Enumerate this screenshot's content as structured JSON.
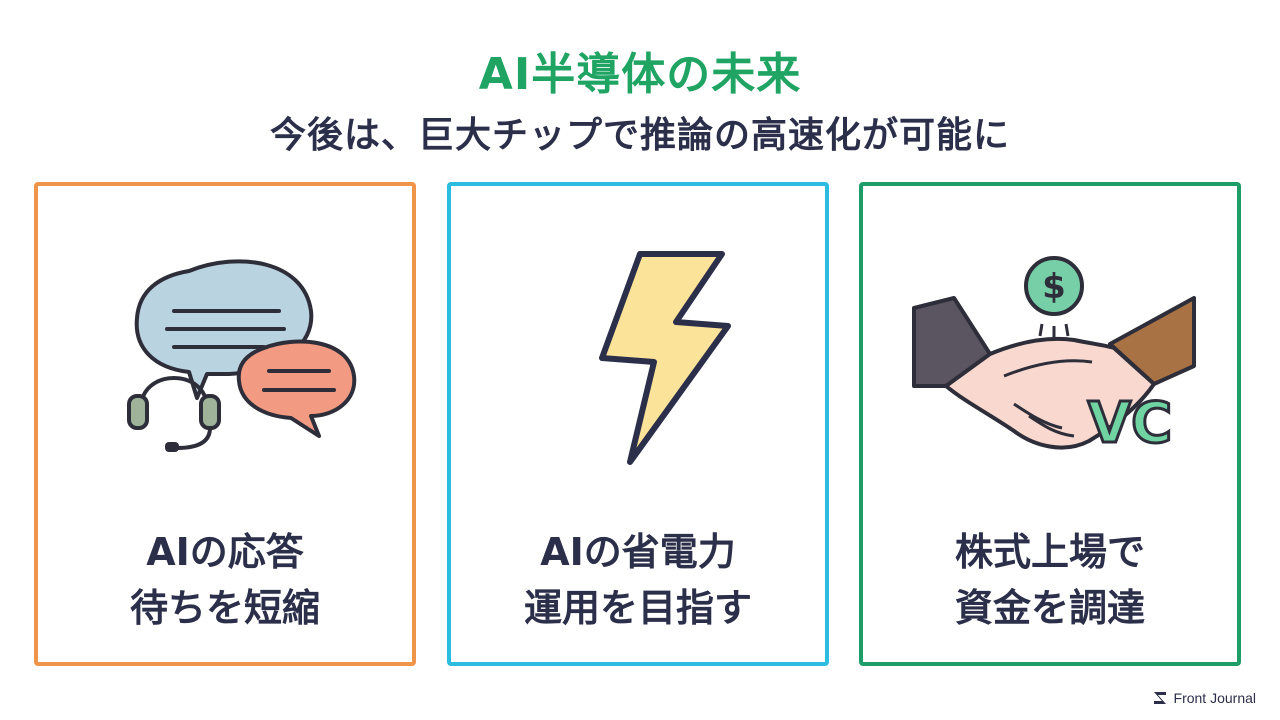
{
  "header": {
    "title": "AI半導体の未来",
    "subtitle": "今後は、巨大チップで推論の高速化が可能に"
  },
  "cards": [
    {
      "icon": "chat-bubbles-headset-icon",
      "line1": "AIの応答",
      "line2": "待ちを短縮",
      "border_color": "#f0944a"
    },
    {
      "icon": "lightning-bolt-icon",
      "line1": "AIの省電力",
      "line2": "運用を目指す",
      "border_color": "#2bbce0"
    },
    {
      "icon": "handshake-dollar-icon",
      "line1": "株式上場で",
      "line2": "資金を調達",
      "icon_text": "VC",
      "border_color": "#1e9d68"
    }
  ],
  "footer": {
    "brand": "Front Journal"
  },
  "colors": {
    "title": "#1fa463",
    "text": "#2b2f4a"
  }
}
